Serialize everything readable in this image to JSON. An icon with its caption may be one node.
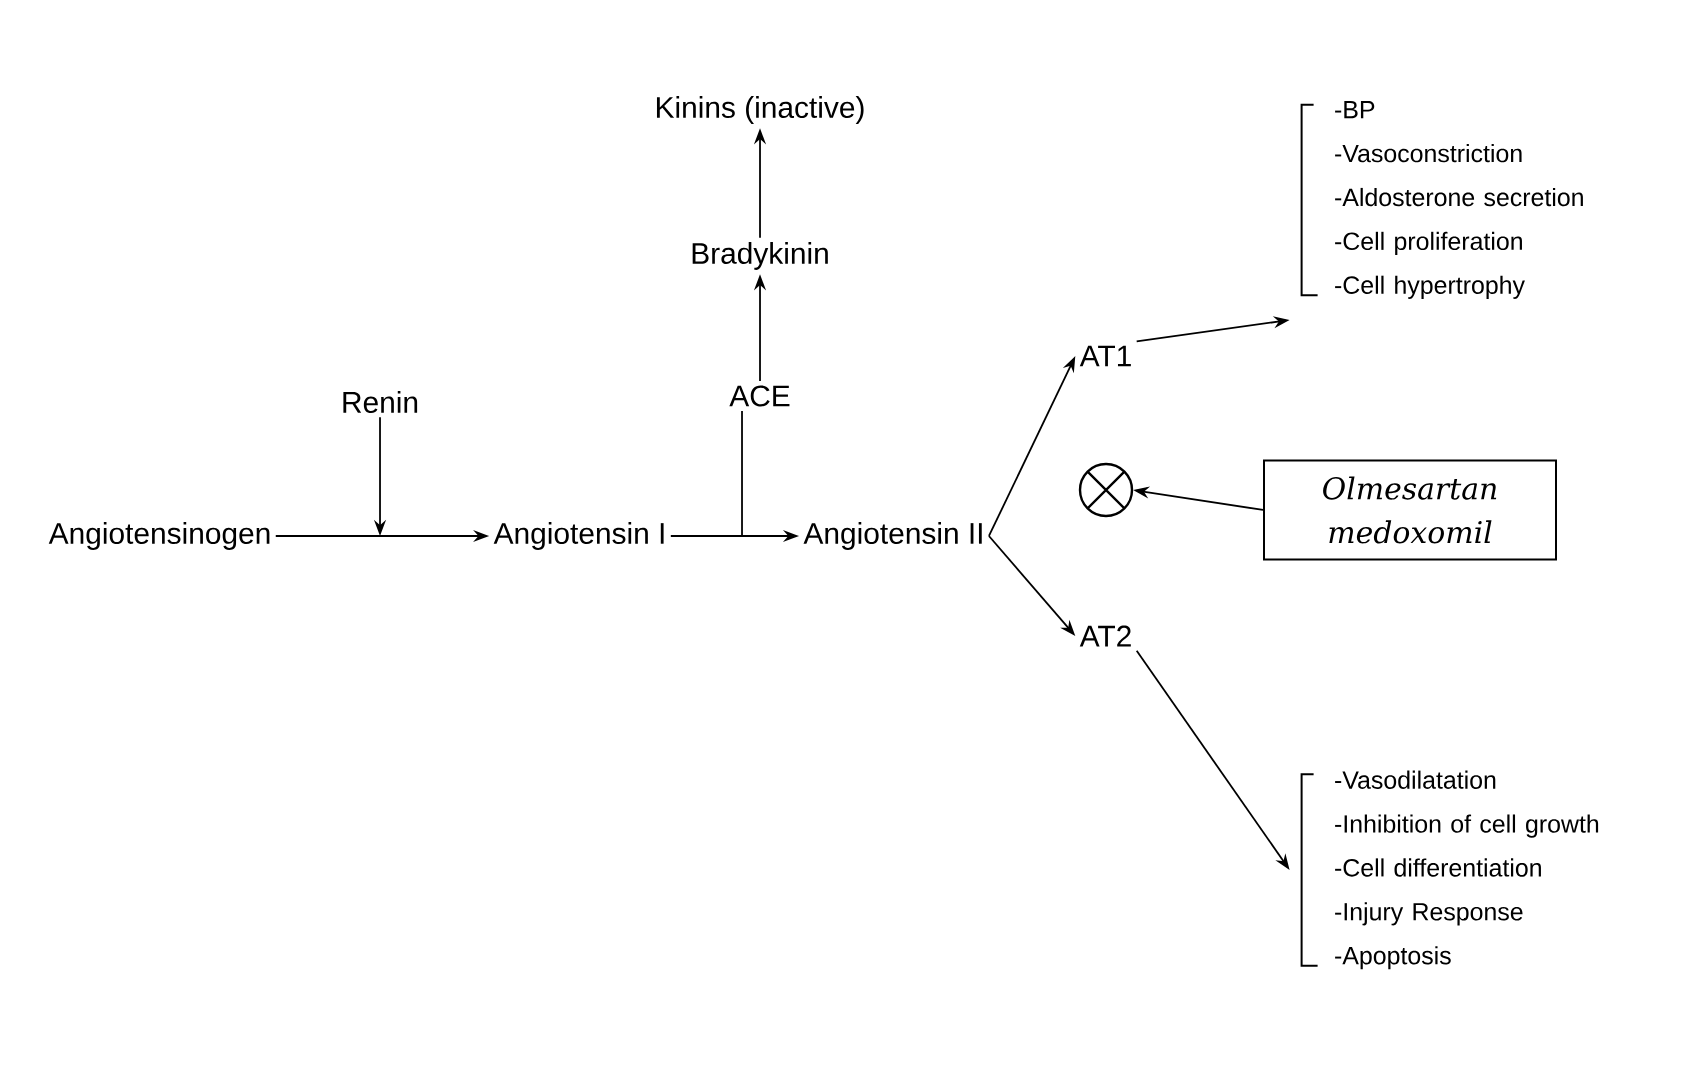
{
  "diagram": {
    "nodes": [
      {
        "text": [
          "Angiotensinogen"
        ]
      },
      {
        "text": [
          "Renin"
        ]
      },
      {
        "text": [
          "Angiotensin I"
        ]
      },
      {
        "text": [
          "ACE"
        ]
      },
      {
        "text": [
          "Angiotensin II"
        ]
      },
      {
        "text": [
          "Bradykinin"
        ]
      },
      {
        "text": [
          "Kinins (inactive)"
        ]
      },
      {
        "text": [
          "AT1"
        ]
      },
      {
        "text": [
          "AT2"
        ]
      },
      {
        "text": [],
        "shape": "circle"
      },
      {
        "text": [
          "Olmesartan medoxomil"
        ]
      },
      {
        "text": [
          "-BP",
          "-Vasoconstriction",
          "-Aldosterone secretion",
          "-Cell proliferation",
          "-Cell hypertrophy"
        ]
      },
      {
        "text": [
          "-Vasodilatation",
          "-Inhibition of cell growth",
          "-Cell differentiation",
          "-Injury Response",
          "-Apoptosis"
        ]
      }
    ],
    "edges": [
      {
        "from": 0,
        "to": 2,
        "arrow": "to"
      },
      {
        "from": 1,
        "to": null,
        "arrow": "to"
      },
      {
        "from": 2,
        "to": 4,
        "arrow": "to"
      },
      {
        "from": null,
        "to": 3,
        "arrow": "none"
      },
      {
        "from": 3,
        "to": 5,
        "arrow": "to"
      },
      {
        "from": 5,
        "to": 6,
        "arrow": "to"
      },
      {
        "from": 4,
        "to": 7,
        "arrow": "to"
      },
      {
        "from": 4,
        "to": 8,
        "arrow": "to"
      },
      {
        "from": 10,
        "to": 9,
        "arrow": "to"
      },
      {
        "from": 7,
        "to": 11,
        "arrow": "to"
      },
      {
        "from": 8,
        "to": 12,
        "arrow": "to"
      }
    ]
  }
}
